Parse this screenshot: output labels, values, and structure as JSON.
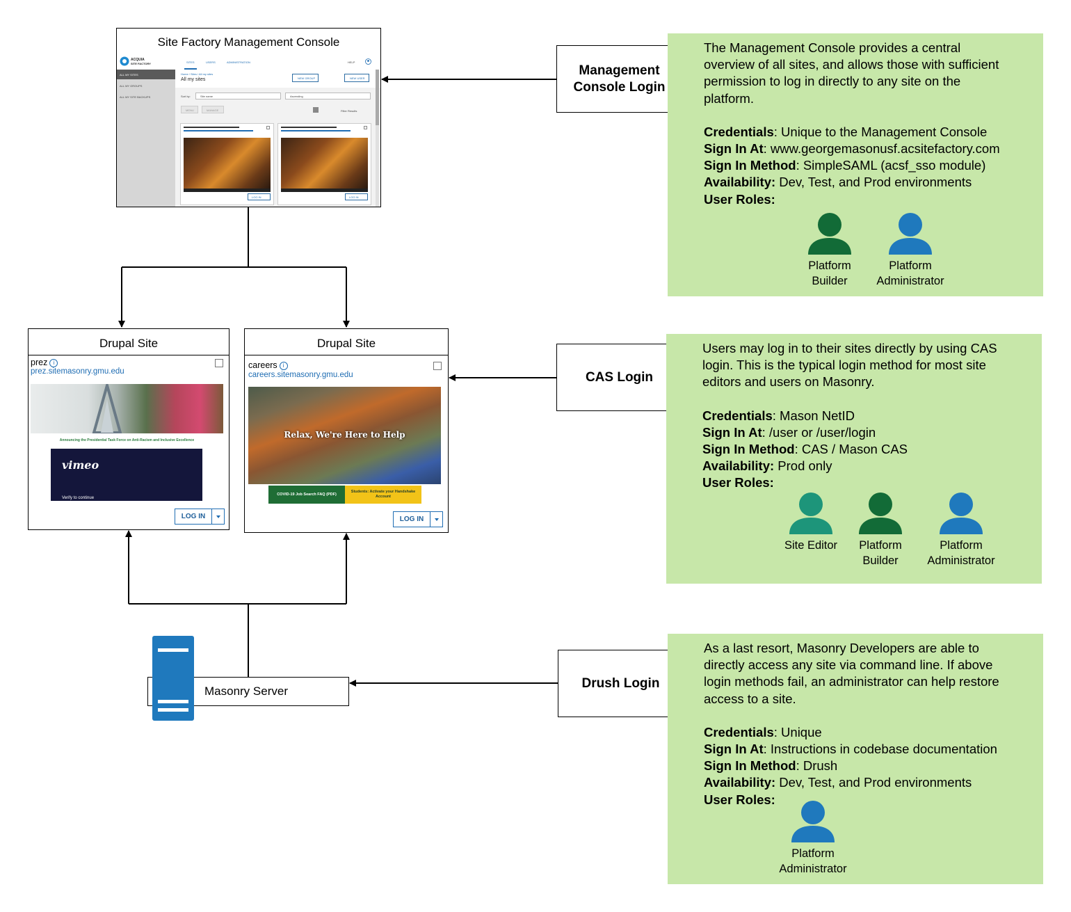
{
  "management_console": {
    "title": "Site Factory Management Console",
    "screenshot": {
      "logo_line1": "ACQUIA",
      "logo_line2": "SITE FACTORY",
      "nav": [
        "SITES",
        "USERS",
        "ADMINISTRATION"
      ],
      "help": "HELP",
      "sidebar": [
        "ALL MY SITES",
        "ALL MY GROUPS",
        "ALL MY SITE BACKUPS"
      ],
      "breadcrumb": "Home / Sites / All my sites",
      "heading": "All my sites",
      "buttons": [
        "NEW GROUP",
        "NEW USER"
      ],
      "sort_label": "Sort by:",
      "sort_value": "Site name",
      "order_value": "Ascending",
      "filter": "Filter Results",
      "action_buttons": [
        "MENU",
        "MANAGE"
      ],
      "card_login": "LOG IN"
    }
  },
  "drupal_sites": [
    {
      "title": "Drupal Site",
      "name": "prez",
      "url": "prez.sitemasonry.gmu.edu",
      "banner_text": "Announcing the Presidential Task Force on Anti-Racism and Inclusive Excellence",
      "video_label": "vimeo",
      "video_sub": "Verify to continue",
      "login": "LOG IN"
    },
    {
      "title": "Drupal Site",
      "name": "careers",
      "url": "careers.sitemasonry.gmu.edu",
      "hero_text": "Relax, We're Here to Help",
      "cta_left": "COVID-19 Job Search FAQ (PDF)",
      "cta_right": "Students: Activate your Handshake Account",
      "login": "LOG IN"
    }
  ],
  "server": {
    "label": "Masonry Server"
  },
  "logins": [
    {
      "label_line1": "Management",
      "label_line2": "Console Login"
    },
    {
      "label_line1": "CAS Login",
      "label_line2": ""
    },
    {
      "label_line1": "Drush Login",
      "label_line2": ""
    }
  ],
  "panels": [
    {
      "description": [
        "The Management Console provides a central",
        "overview of all sites, and allows those with sufficient",
        "permission to log in directly to any site on the",
        "platform."
      ],
      "credentials": "Unique to the Management Console",
      "sign_in_at": "www.georgemasonusf.acsitefactory.com",
      "sign_in_method": "SimpleSAML (acsf_sso module)",
      "availability": "Dev, Test, and Prod environments",
      "roles": [
        {
          "line1": "Platform",
          "line2": "Builder",
          "color": "#126b37",
          "icon": "user-icon"
        },
        {
          "line1": "Platform",
          "line2": "Administrator",
          "color": "#1f79bd",
          "icon": "user-icon"
        }
      ]
    },
    {
      "description": [
        "Users may log in to their sites directly by using CAS",
        "login. This is the typical login method for most site",
        "editors and users on Masonry."
      ],
      "credentials": "Mason NetID",
      "sign_in_at": "/user or /user/login",
      "sign_in_method": "CAS / Mason CAS",
      "availability": "Prod only",
      "roles": [
        {
          "line1": "Site Editor",
          "line2": "",
          "color": "#1d957a",
          "icon": "user-icon"
        },
        {
          "line1": "Platform",
          "line2": "Builder",
          "color": "#126b37",
          "icon": "user-icon"
        },
        {
          "line1": "Platform",
          "line2": "Administrator",
          "color": "#1f79bd",
          "icon": "user-icon"
        }
      ]
    },
    {
      "description": [
        "As a last resort, Masonry Developers are able to",
        "directly access any site via command line. If above",
        "login methods fail, an administrator can help restore",
        "access to a site."
      ],
      "credentials": "Unique",
      "sign_in_at": "Instructions in codebase documentation",
      "sign_in_method": "Drush",
      "availability": "Dev, Test, and Prod environments",
      "roles": [
        {
          "line1": "Platform",
          "line2": "Administrator",
          "color": "#1f79bd",
          "icon": "user-icon"
        }
      ]
    }
  ],
  "field_labels": {
    "credentials": "Credentials",
    "sign_in_at": "Sign In At",
    "sign_in_method": "Sign In Method",
    "availability": "Availability:",
    "user_roles": "User Roles:"
  },
  "colors": {
    "panel_bg": "#c7e7a9",
    "link_blue": "#1f6db3",
    "server_blue": "#1f79bd"
  }
}
